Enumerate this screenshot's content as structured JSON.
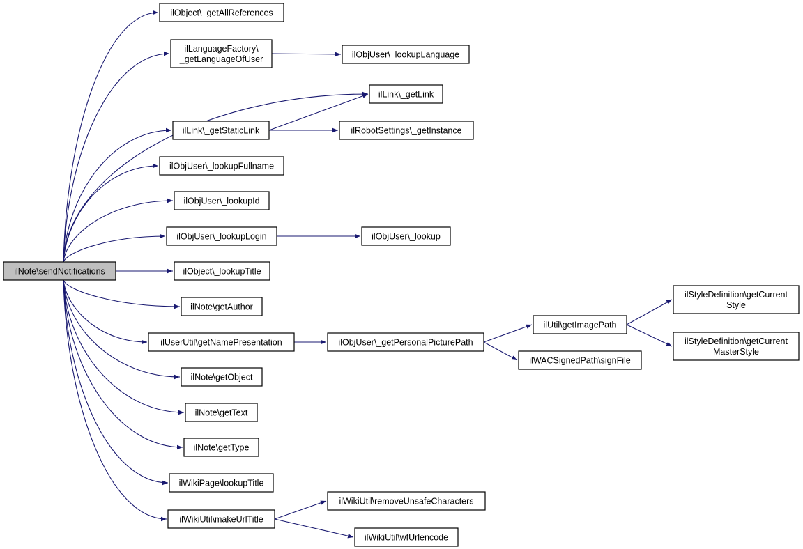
{
  "root": {
    "id": "n0",
    "label": "ilNote\\sendNotifications"
  },
  "nodes": [
    {
      "id": "n1",
      "lines": [
        "ilObject\\_getAllReferences"
      ]
    },
    {
      "id": "n2",
      "lines": [
        "ilLanguageFactory\\",
        "_getLanguageOfUser"
      ]
    },
    {
      "id": "n3",
      "lines": [
        "ilObjUser\\_lookupLanguage"
      ]
    },
    {
      "id": "n4",
      "lines": [
        "ilLink\\_getLink"
      ]
    },
    {
      "id": "n5",
      "lines": [
        "ilLink\\_getStaticLink"
      ]
    },
    {
      "id": "n6",
      "lines": [
        "ilRobotSettings\\_getInstance"
      ]
    },
    {
      "id": "n7",
      "lines": [
        "ilObjUser\\_lookupFullname"
      ]
    },
    {
      "id": "n8",
      "lines": [
        "ilObjUser\\_lookupId"
      ]
    },
    {
      "id": "n9",
      "lines": [
        "ilObjUser\\_lookupLogin"
      ]
    },
    {
      "id": "n10",
      "lines": [
        "ilObjUser\\_lookup"
      ]
    },
    {
      "id": "n11",
      "lines": [
        "ilObject\\_lookupTitle"
      ]
    },
    {
      "id": "n12",
      "lines": [
        "ilNote\\getAuthor"
      ]
    },
    {
      "id": "n13",
      "lines": [
        "ilUserUtil\\getNamePresentation"
      ]
    },
    {
      "id": "n14",
      "lines": [
        "ilObjUser\\_getPersonalPicturePath"
      ]
    },
    {
      "id": "n15",
      "lines": [
        "ilUtil\\getImagePath"
      ]
    },
    {
      "id": "n16",
      "lines": [
        "ilStyleDefinition\\getCurrent",
        "Style"
      ]
    },
    {
      "id": "n17",
      "lines": [
        "ilStyleDefinition\\getCurrent",
        "MasterStyle"
      ]
    },
    {
      "id": "n18",
      "lines": [
        "ilWACSignedPath\\signFile"
      ]
    },
    {
      "id": "n19",
      "lines": [
        "ilNote\\getObject"
      ]
    },
    {
      "id": "n20",
      "lines": [
        "ilNote\\getText"
      ]
    },
    {
      "id": "n21",
      "lines": [
        "ilNote\\getType"
      ]
    },
    {
      "id": "n22",
      "lines": [
        "ilWikiPage\\lookupTitle"
      ]
    },
    {
      "id": "n23",
      "lines": [
        "ilWikiUtil\\makeUrlTitle"
      ]
    },
    {
      "id": "n24",
      "lines": [
        "ilWikiUtil\\removeUnsafeCharacters"
      ]
    },
    {
      "id": "n25",
      "lines": [
        "ilWikiUtil\\wfUrlencode"
      ]
    }
  ],
  "edges": [
    {
      "from": "n0",
      "to": "n1"
    },
    {
      "from": "n0",
      "to": "n2"
    },
    {
      "from": "n0",
      "to": "n4"
    },
    {
      "from": "n0",
      "to": "n5"
    },
    {
      "from": "n0",
      "to": "n7"
    },
    {
      "from": "n0",
      "to": "n8"
    },
    {
      "from": "n0",
      "to": "n9"
    },
    {
      "from": "n0",
      "to": "n11"
    },
    {
      "from": "n0",
      "to": "n12"
    },
    {
      "from": "n0",
      "to": "n13"
    },
    {
      "from": "n0",
      "to": "n19"
    },
    {
      "from": "n0",
      "to": "n20"
    },
    {
      "from": "n0",
      "to": "n21"
    },
    {
      "from": "n0",
      "to": "n22"
    },
    {
      "from": "n0",
      "to": "n23"
    },
    {
      "from": "n2",
      "to": "n3"
    },
    {
      "from": "n5",
      "to": "n4"
    },
    {
      "from": "n5",
      "to": "n6"
    },
    {
      "from": "n9",
      "to": "n10"
    },
    {
      "from": "n13",
      "to": "n14"
    },
    {
      "from": "n14",
      "to": "n15"
    },
    {
      "from": "n14",
      "to": "n18"
    },
    {
      "from": "n15",
      "to": "n16"
    },
    {
      "from": "n15",
      "to": "n17"
    },
    {
      "from": "n23",
      "to": "n24"
    },
    {
      "from": "n23",
      "to": "n25"
    }
  ],
  "colors": {
    "edge": "#191970",
    "root_fill": "#bfbfbf",
    "node_fill": "#ffffff",
    "border": "#000000"
  }
}
